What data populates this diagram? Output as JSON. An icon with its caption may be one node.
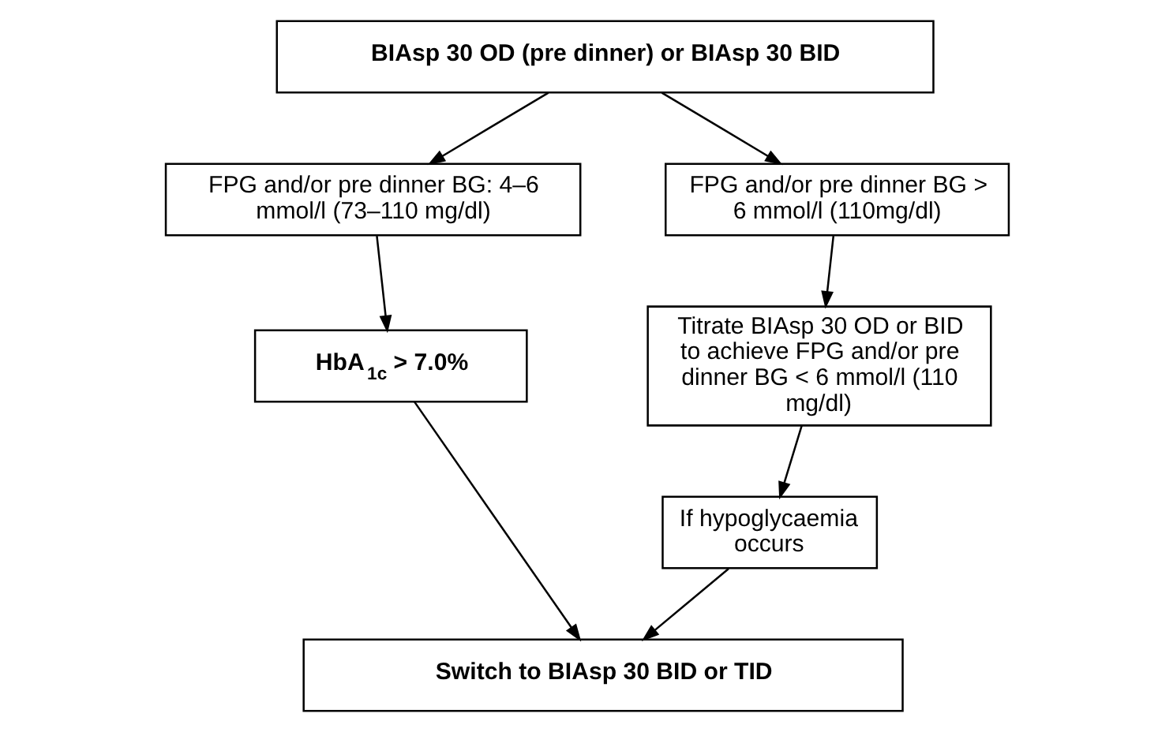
{
  "diagram": {
    "nodes": [
      {
        "text": [
          "BIAsp 30 OD (pre dinner) or BIAsp 30 BID"
        ]
      },
      {
        "text": [
          "FPG and/or pre dinner BG: 4–6 mmol/l (73–110 mg/dl)"
        ]
      },
      {
        "text": [
          "FPG and/or pre dinner BG > 6 mmol/l (110mg/dl)"
        ]
      },
      {
        "text": [
          "HbA$_{1c}$ > 7.0%"
        ]
      },
      {
        "text": [
          "Titrate BIAsp 30 OD or BID to achieve FPG and/or pre dinner BG < 6 mmol/l (110 mg/dl)"
        ]
      },
      {
        "text": [
          "If hypoglycaemia occurs"
        ]
      },
      {
        "text": [
          "Switch to BIAsp 30 BID or TID"
        ]
      }
    ],
    "edges": [
      {
        "from": 0,
        "to": 1,
        "arrow": "to"
      },
      {
        "from": 0,
        "to": 2,
        "arrow": "to"
      },
      {
        "from": 1,
        "to": 3,
        "arrow": "to"
      },
      {
        "from": 2,
        "to": 4,
        "arrow": "to"
      },
      {
        "from": 4,
        "to": 5,
        "arrow": "to"
      },
      {
        "from": 3,
        "to": 6,
        "arrow": "to"
      },
      {
        "from": 5,
        "to": 6,
        "arrow": "to"
      }
    ]
  }
}
